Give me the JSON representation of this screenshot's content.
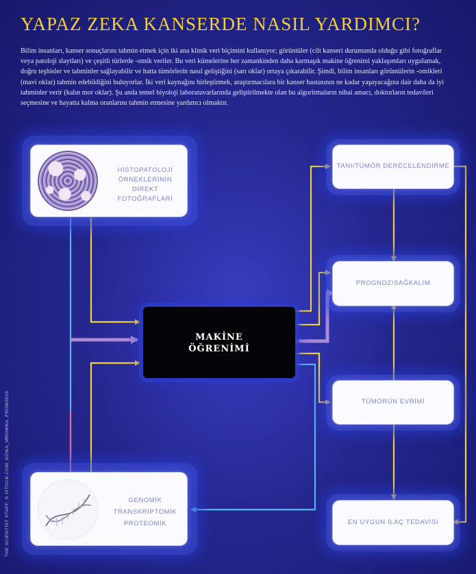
{
  "title": "YAPAZ ZEKA KANSERDE NASIL YARDIMCI?",
  "intro": "Bilim insanları, kanser sonuçlarını tahmin etmek için iki ana klinik veri biçimini kullanıyor; görüntüler (cilt kanseri durumunda olduğu gibi fotoğraflar veya patoloji slaytları) ve çeşitli türlerde -omik veriler. Bu veri kümelerine her zamankinden daha karmaşık makine öğrenimi yaklaşımları uygulamak, doğru teşhisler ve tahminler sağlayabilir ve hatta tümörlerin nasıl geliştiğini (sarı oklar) ortaya çıkarabilir. Şimdi, bilim insanları görüntülerin -omikleri (mavi oklar) tahmin edebildiğini buluyorlar. İki veri kaynağını birleştirmek, araştırmacılara bir kanser hastasının ne kadar yaşayacağına dair daha da iyi tahminler verir (kalın mor oklar). Şu anda temel biyoloji laboratuvarlarında geliştirilmekte olan bu algoritmaların nihai amacı, doktorların tedavileri seçmesine ve hayatta kalma oranlarını tahmin etmesine yardımcı olmaktır.",
  "inputs": {
    "histo": "HİSTOPATOLOJİ\nÖRNEKLERİNİN\nDİREKT\nFOTOĞRAFLARI",
    "omics": "GENOMİK\nTRANSKRİPTOMİK\nPROTEOMİK"
  },
  "center": "MAKİNE\nÖĞRENİMİ",
  "outputs": {
    "diagnosis": "TANI/TÜMÖR DERECELENDİRME",
    "prognosis": "PROGNOZ/SAĞKALIM",
    "evolution": "TÜMÖRÜN EVRİMİ",
    "treatment": "EN UYGUN İLAÇ TEDAVİSİ"
  },
  "credit": "THE SCIENTIST STAFF; © ISTOCK.COM, DZIKA_MROWKA, FROM2015",
  "colors": {
    "yellow_arrow": "#f2d33b",
    "blue_arrow": "#5ab6ef",
    "purple_arrow": "#a98bd8",
    "pink_line": "#e06aa0",
    "title": "#f4cf3a"
  }
}
